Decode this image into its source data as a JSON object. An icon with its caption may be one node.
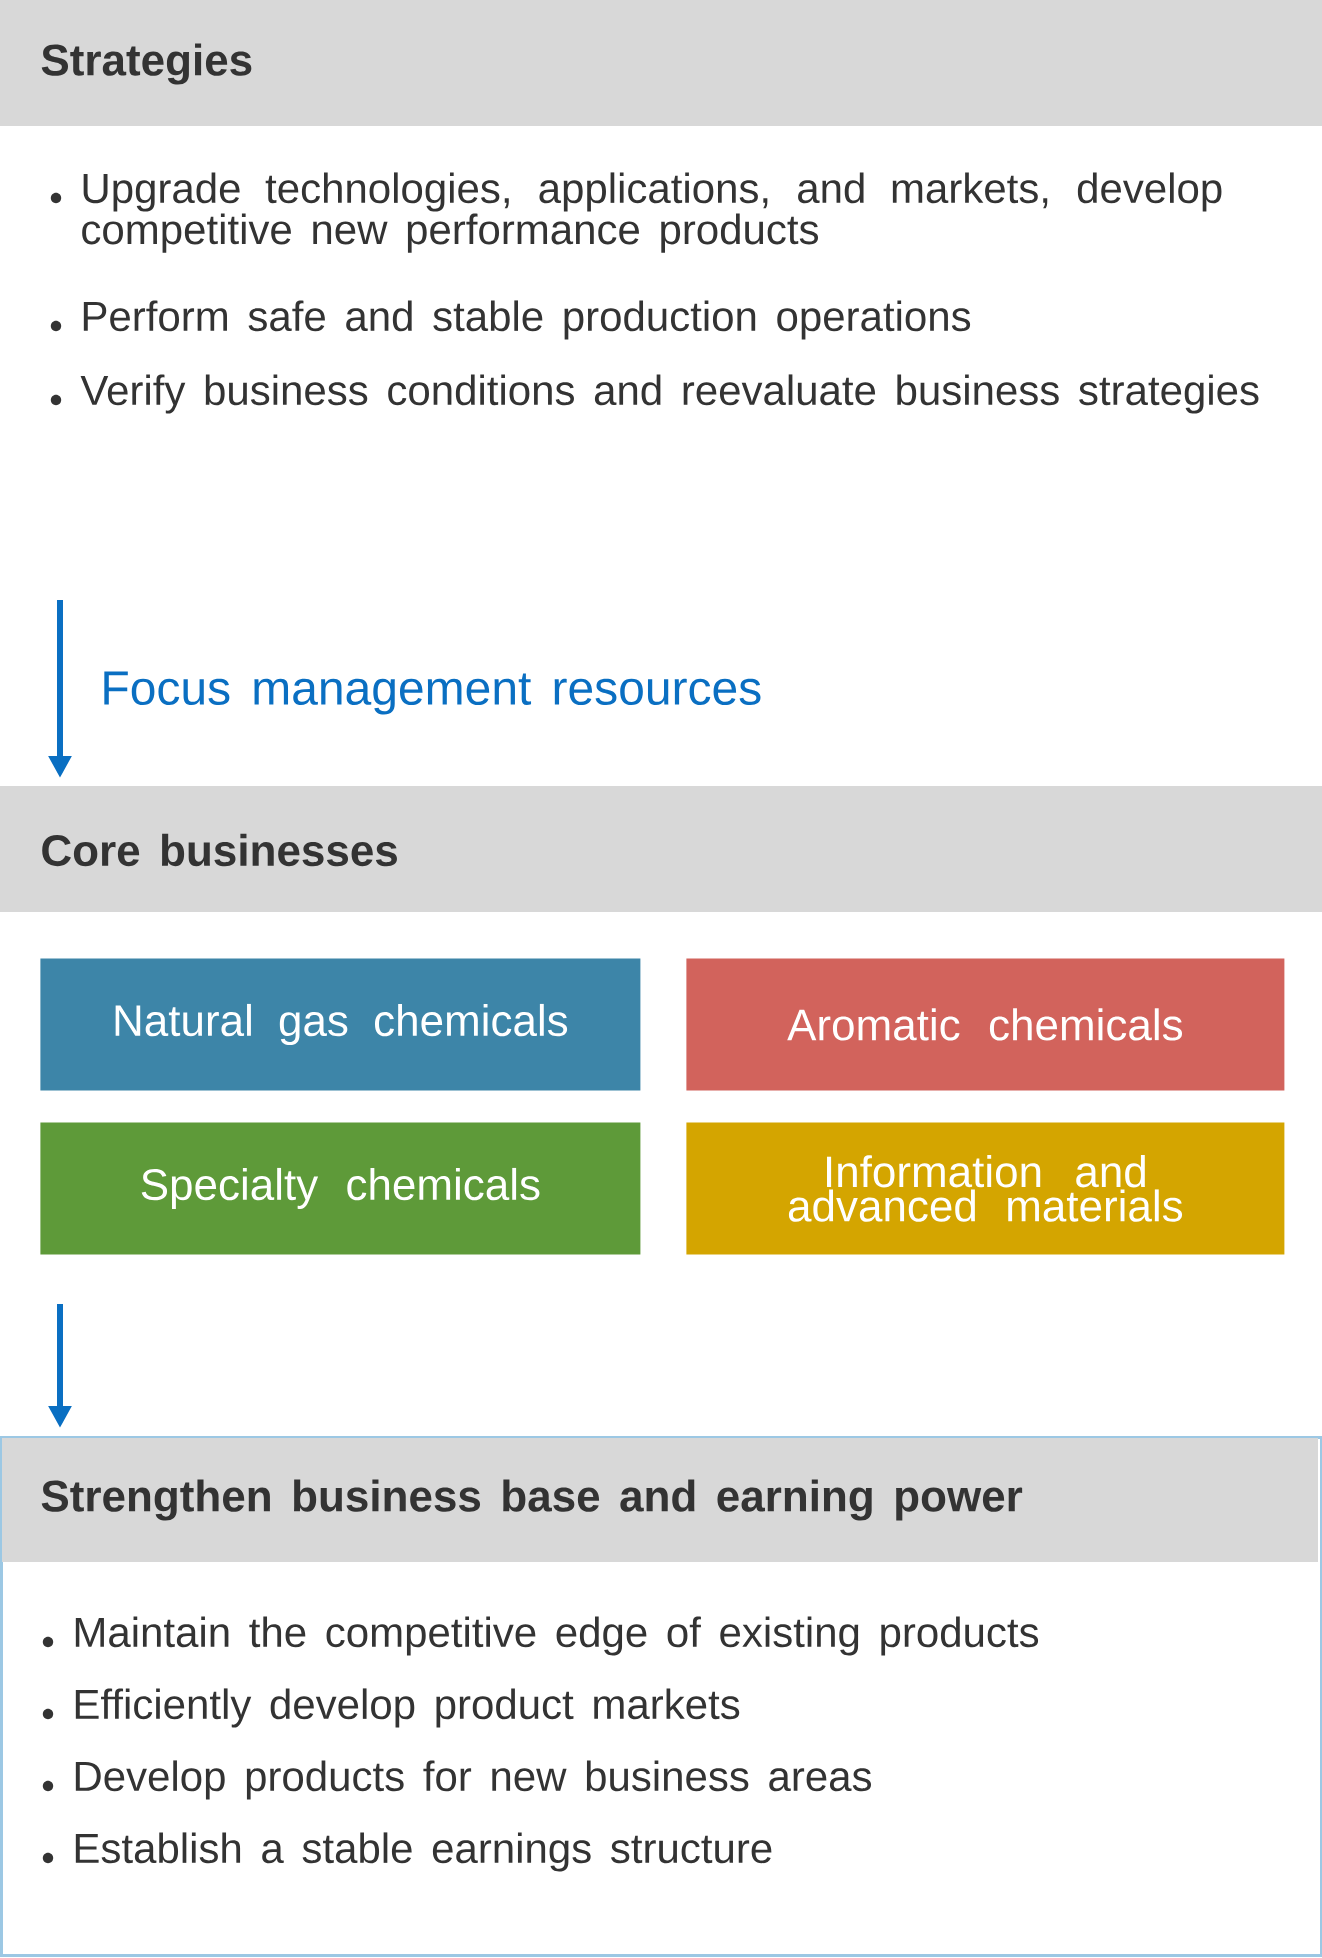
{
  "diagram": {
    "nodes": [
      {
        "text": [
          "Strategies",
          "Upgrade technologies, applications, and markets, develop competitive new performance products",
          "Perform safe and stable production operations",
          "Verify business conditions and reevaluate business strategies"
        ]
      },
      {
        "text": [
          "Core businesses"
        ]
      },
      {
        "text": [
          "Natural gas chemicals"
        ]
      },
      {
        "text": [
          "Aromatic chemicals"
        ]
      },
      {
        "text": [
          "Specialty chemicals"
        ]
      },
      {
        "text": [
          "Information and advanced materials"
        ]
      },
      {
        "text": [
          "Strengthen business base and earning power",
          "Maintain the competitive edge of existing products",
          "Efficiently develop product markets",
          "Develop products for new business areas",
          "Establish a stable earnings structure"
        ]
      }
    ],
    "edges": [
      {
        "from": null,
        "to": 1,
        "arrow": "to",
        "label": "Focus management resources"
      },
      {
        "from": null,
        "to": 6,
        "arrow": "to"
      }
    ]
  }
}
